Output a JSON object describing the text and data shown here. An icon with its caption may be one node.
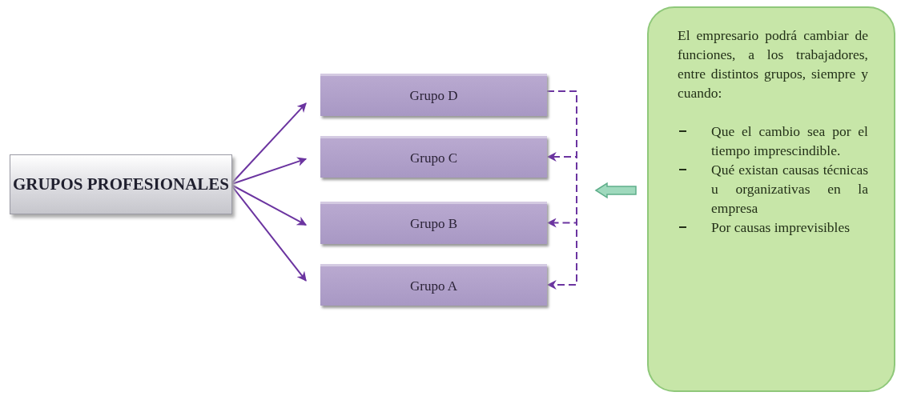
{
  "diagram": {
    "nodes": [
      {
        "text": [
          "GRUPOS PROFESIONALES"
        ]
      },
      {
        "text": [
          "Grupo D"
        ]
      },
      {
        "text": [
          "Grupo C"
        ]
      },
      {
        "text": [
          "Grupo B"
        ]
      },
      {
        "text": [
          "Grupo A"
        ]
      },
      {
        "text": [
          "El empresario podrá cambiar de funciones, a los trabajadores, entre distintos grupos, siempre y cuando:",
          "Que el cambio sea por el tiempo imprescindible.",
          "Qué existan causas técnicas u organizativas en la empresa",
          "Por causas imprevisibles"
        ]
      }
    ],
    "edges": [
      {
        "from": 0,
        "to": 1,
        "arrow": "to"
      },
      {
        "from": 0,
        "to": 2,
        "arrow": "to"
      },
      {
        "from": 0,
        "to": 3,
        "arrow": "to"
      },
      {
        "from": 0,
        "to": 4,
        "arrow": "to"
      },
      {
        "from": 1,
        "to": 2,
        "arrow": "to",
        "style": "dashed"
      },
      {
        "from": 1,
        "to": 3,
        "arrow": "to",
        "style": "dashed"
      },
      {
        "from": 1,
        "to": 4,
        "arrow": "to",
        "style": "dashed"
      },
      {
        "from": 5,
        "to": null,
        "arrow": "to",
        "style": "thick",
        "color": "#5fae8a"
      }
    ]
  }
}
